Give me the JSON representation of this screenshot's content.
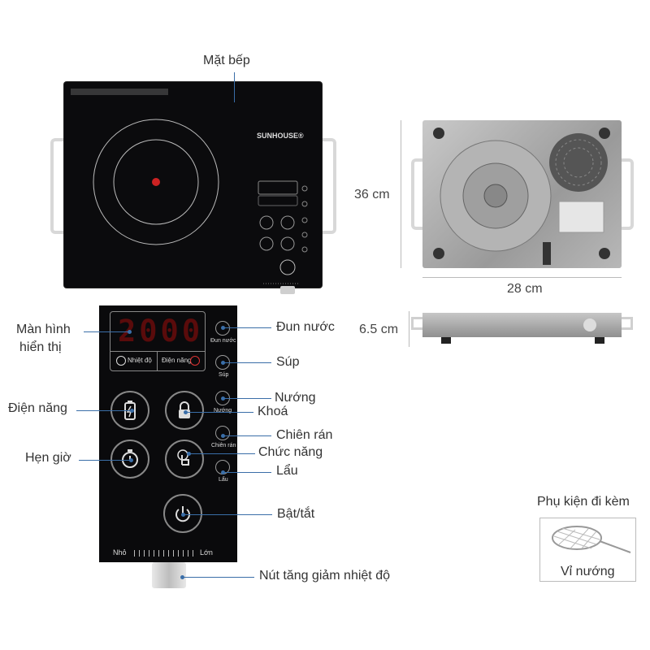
{
  "labels": {
    "mat_bep": "Mặt bếp",
    "man_hinh_1": "Màn hình",
    "man_hinh_2": "hiển thị",
    "dien_nang": "Điện năng",
    "hen_gio": "Hẹn giờ",
    "dun_nuoc": "Đun nước",
    "sup": "Súp",
    "nuong": "Nướng",
    "khoa": "Khoá",
    "chien_ran": "Chiên rán",
    "chuc_nang": "Chức năng",
    "lau": "Lẩu",
    "bat_tat": "Bật/tắt",
    "nut_tang_giam": "Nút tăng giảm nhiệt độ"
  },
  "dimensions": {
    "depth": "36 cm",
    "width": "28 cm",
    "height": "6.5 cm"
  },
  "cooktop": {
    "brand": "SUNHOUSE®"
  },
  "panel": {
    "display_value": "2000",
    "temp_label": "Nhiệt độ",
    "power_label": "Điện năng",
    "modes": [
      "Đun nước",
      "Súp",
      "Nướng",
      "Chiên rán",
      "Lẩu"
    ],
    "scale_min": "Nhỏ",
    "scale_max": "Lớn"
  },
  "accessory": {
    "title": "Phụ kiện đi kèm",
    "item": "Vỉ nướng"
  },
  "colors": {
    "leader_line": "#3a6ea8",
    "panel_bg": "#0a0a0c",
    "display_digits": "#5a0b0b"
  }
}
